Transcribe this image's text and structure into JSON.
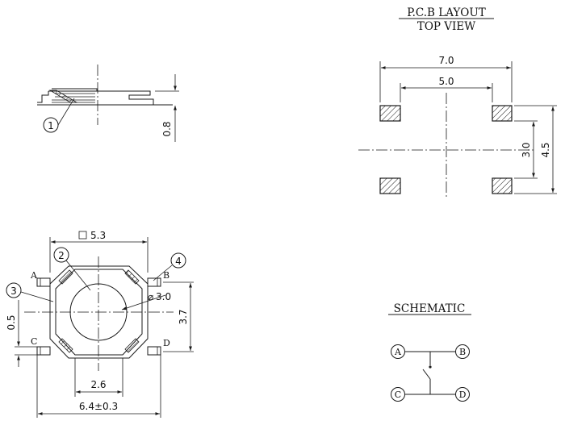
{
  "pcb_layout": {
    "title": "P.C.B LAYOUT",
    "subtitle": "TOP VIEW",
    "dim_outer_width": "7.0",
    "dim_inner_width": "5.0",
    "dim_inner_height": "3.0",
    "dim_outer_height": "4.5"
  },
  "side_view": {
    "part_number": "1",
    "dim_height": "0.8"
  },
  "top_view": {
    "dim_body": "5.3",
    "dim_diameter": "3.0",
    "dim_height": "3.7",
    "dim_lead": "0.5",
    "dim_actuator": "2.6",
    "dim_overall": "6.4±0.3",
    "callout_2": "2",
    "callout_3": "3",
    "callout_4": "4",
    "terminal_a": "A",
    "terminal_b": "B",
    "terminal_c": "C",
    "terminal_d": "D"
  },
  "schematic": {
    "title": "SCHEMATIC",
    "node_a": "A",
    "node_b": "B",
    "node_c": "C",
    "node_d": "D"
  }
}
